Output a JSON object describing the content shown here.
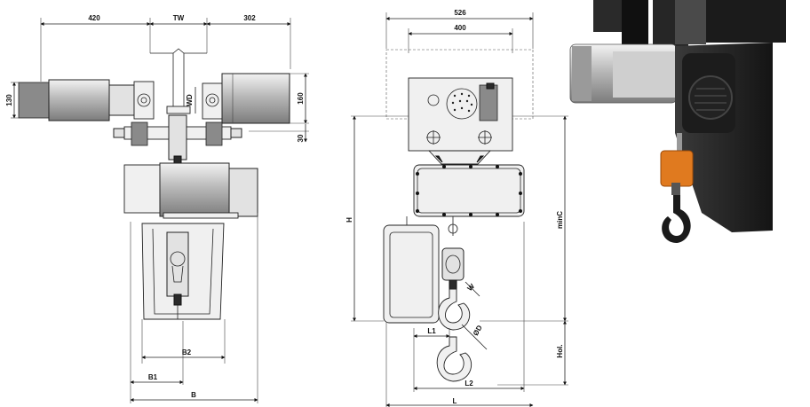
{
  "colors": {
    "line": "#222222",
    "hoist_body": "#2a2a2a",
    "hoist_motor": "#b8b8b8",
    "hook_block": "#e07a1f",
    "hook": "#1a1a1a"
  },
  "labels": {
    "front_view": {
      "dim_left_arm": "420",
      "dim_track_width": "TW",
      "dim_right_arm": "302",
      "dim_left_height": "130",
      "dim_right_height": "160",
      "dim_wheel_dia": "WD",
      "dim_wheel_offset": "30",
      "dim_b2": "B2",
      "dim_b1": "B1",
      "dim_b": "B"
    },
    "side_view": {
      "dim_overall": "526",
      "dim_inner": "400",
      "dim_h": "H",
      "dim_min_c": "minC",
      "dim_w": "W",
      "dim_od": "ØD",
      "dim_l1": "L1",
      "dim_l2": "L2",
      "dim_hol": "Hol.",
      "dim_l": "L"
    }
  },
  "icons": {
    "hoist_photo": "electric-chain-hoist-render"
  }
}
